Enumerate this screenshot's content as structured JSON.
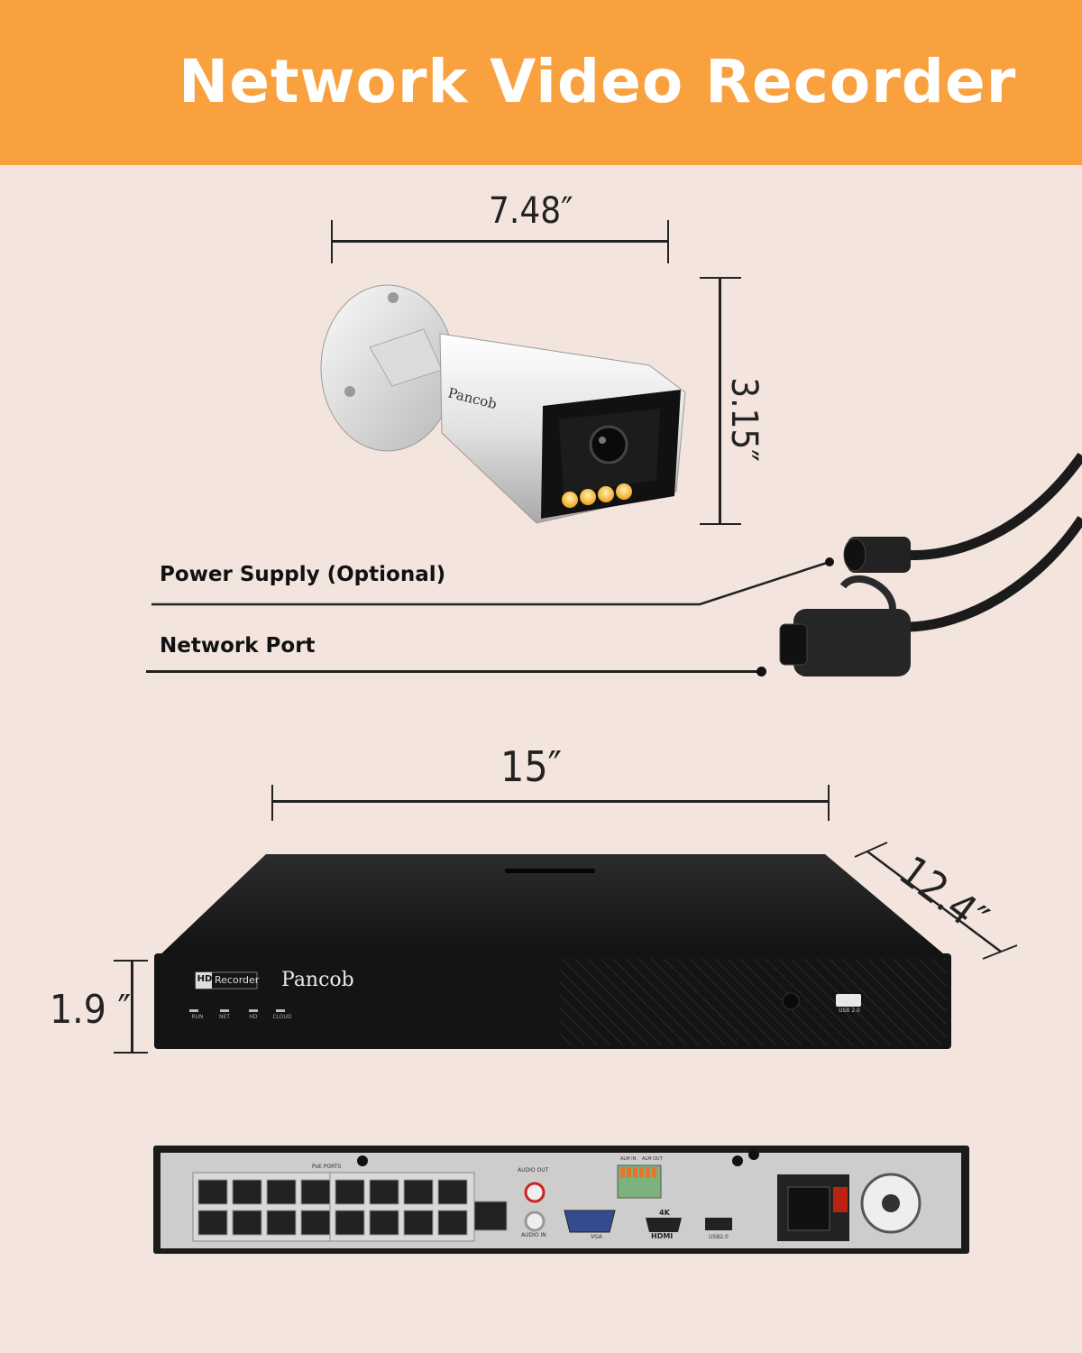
{
  "header": {
    "title": "Network Video Recorder",
    "bg_color": "#f9a13e"
  },
  "camera": {
    "width_label": "7.48″",
    "height_label": "3.15″",
    "brand": "Pancob"
  },
  "connectors": {
    "power_label": "Power Supply (Optional)",
    "network_label": "Network Port"
  },
  "nvr": {
    "width_label": "15″",
    "depth_label": "12.4″",
    "height_label": "1.9 ″",
    "badge_hd": "HD",
    "badge_text": "Recorder",
    "brand": "Pancob",
    "leds": [
      "RUN",
      "NET",
      "HD",
      "CLOUD"
    ],
    "usb_label": "USB 2.0"
  },
  "rear_panel": {
    "poe_label": "PoE PORTS",
    "audio_out": "AUDIO OUT",
    "audio_in": "AUDIO IN",
    "vga": "VGA",
    "hdmi_top": "4K",
    "hdmi": "HDMI",
    "usb": "USB2.0",
    "alarm_in": "ALM IN",
    "alarm_out": "ALM OUT"
  }
}
